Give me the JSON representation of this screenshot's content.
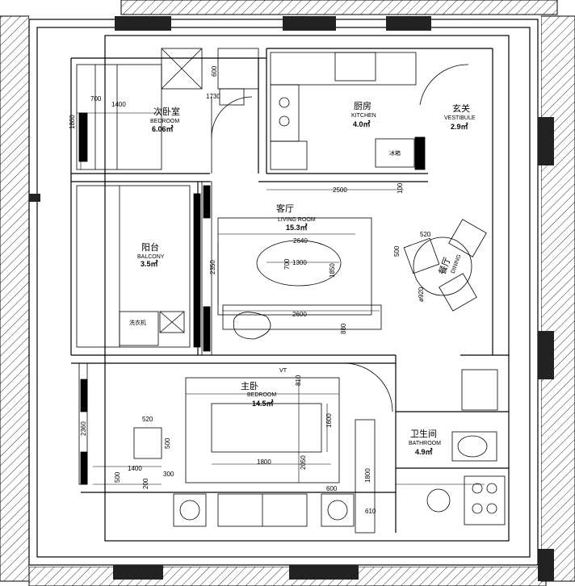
{
  "rooms": {
    "bedroom": {
      "cn": "次卧室",
      "en": "BEDROOM",
      "area": "6.06㎡"
    },
    "kitchen": {
      "cn": "厨房",
      "en": "KITCHEN",
      "area": "4.0㎡"
    },
    "vestibule": {
      "cn": "玄关",
      "en": "VESTIBULE",
      "area": "2.9㎡"
    },
    "living": {
      "cn": "客厅",
      "en": "LIVING ROOM",
      "area": "15.3㎡"
    },
    "balcony": {
      "cn": "阳台",
      "en": "BALCONY",
      "area": "3.5㎡"
    },
    "master": {
      "cn": "主卧",
      "en": "BEDROOM",
      "area": "14.5㎡"
    },
    "bathroom": {
      "cn": "卫生间",
      "en": "BATHROOM",
      "area": "4.9㎡"
    },
    "dining": {
      "cn": "餐厅",
      "en": "DINING"
    }
  },
  "labels": {
    "fridge": "冰箱",
    "washer": "洗衣机",
    "vt": "VT"
  },
  "dimensions": {
    "bed_700": "700",
    "bed_1400": "1400",
    "bed_1860": "1860",
    "bed_600": "600",
    "bed_1730": "1730",
    "living_2500": "2500",
    "living_100": "100",
    "living_2640": "2640",
    "living_1300": "1300",
    "living_700": "700",
    "living_2350": "2350",
    "living_1850": "1850",
    "living_2600": "2600",
    "living_880": "880",
    "dining_520": "520",
    "dining_500": "500",
    "dining_920": "ø920",
    "master_810": "810",
    "master_520": "520",
    "master_500": "500",
    "master_1600": "1600",
    "master_2360": "2360",
    "master_1400": "1400",
    "master_300": "300",
    "master_500b": "500",
    "master_200": "200",
    "master_1800": "1800",
    "master_2050": "2050",
    "master_600": "600",
    "master_1800b": "1800",
    "master_610": "610"
  }
}
